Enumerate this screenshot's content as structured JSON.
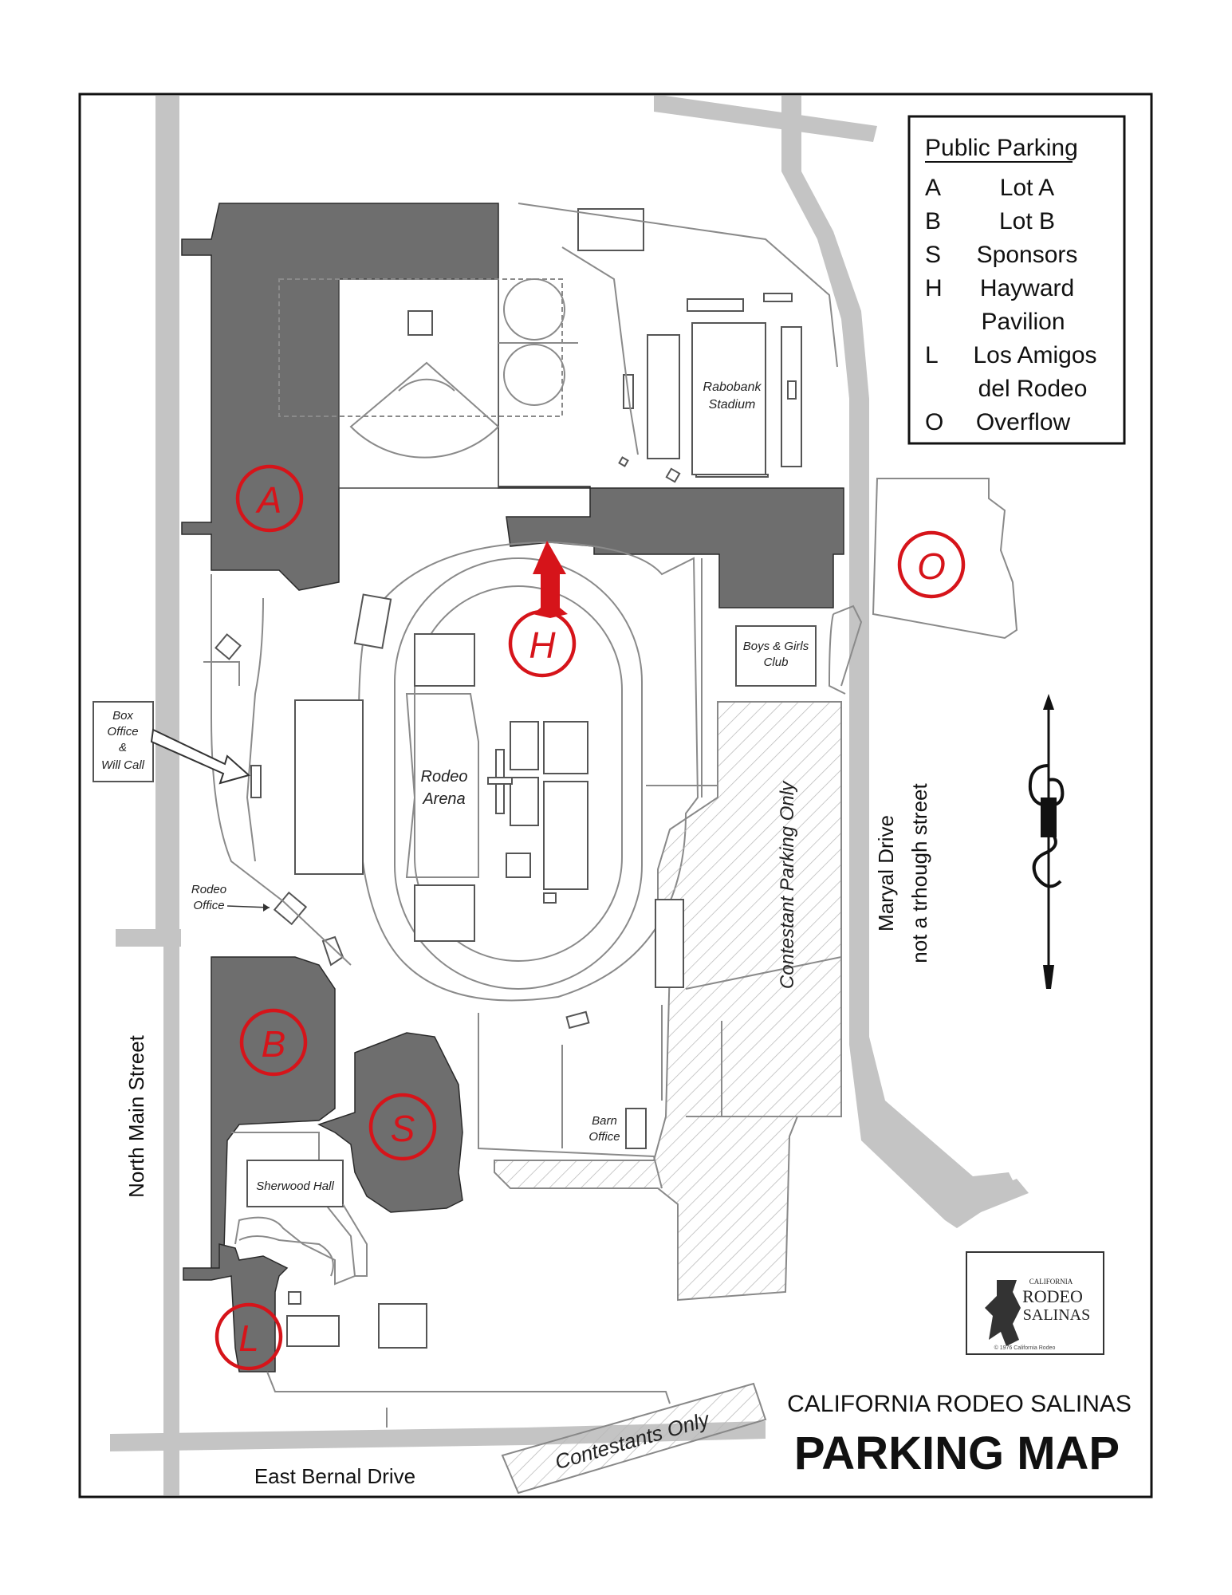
{
  "title": {
    "line1": "CALIFORNIA RODEO SALINAS",
    "line2": "PARKING MAP"
  },
  "legend": {
    "heading": "Public Parking",
    "items": [
      {
        "code": "A",
        "label": [
          "Lot  A"
        ]
      },
      {
        "code": "B",
        "label": [
          "Lot  B"
        ]
      },
      {
        "code": "S",
        "label": [
          "Sponsors"
        ]
      },
      {
        "code": "H",
        "label": [
          "Hayward",
          "Pavilion"
        ]
      },
      {
        "code": "L",
        "label": [
          "Los Amigos",
          "del Rodeo"
        ]
      },
      {
        "code": "O",
        "label": [
          "Overflow"
        ]
      }
    ]
  },
  "markers": [
    "A",
    "H",
    "O",
    "B",
    "S",
    "L"
  ],
  "streets": {
    "north_main": "North Main Street",
    "east_bernal": "East Bernal Drive",
    "maryal_1": "Maryal Drive",
    "maryal_2": "not a trhough street"
  },
  "buildings": {
    "rabobank_1": "Rabobank",
    "rabobank_2": "Stadium",
    "boys_girls_1": "Boys & Girls",
    "boys_girls_2": "Club",
    "rodeo_arena_1": "Rodeo",
    "rodeo_arena_2": "Arena",
    "box_office": [
      "Box",
      "Office",
      "&",
      "Will Call"
    ],
    "rodeo_office_1": "Rodeo",
    "rodeo_office_2": "Office",
    "barn_office_1": "Barn",
    "barn_office_2": "Office",
    "sherwood_hall": "Sherwood Hall"
  },
  "restricted": {
    "contestant_parking": "Contestant   Parking   Only",
    "contestants_only": "Contestants   Only"
  },
  "logo": {
    "line1": "CALIFORNIA",
    "line2": "RODEO",
    "line3": "SALINAS",
    "copyright": "© 1976 California Rodeo"
  },
  "colors": {
    "marker_red": "#d6141a",
    "lot_gray": "#6e6e6e",
    "road_gray": "#c4c4c4"
  }
}
